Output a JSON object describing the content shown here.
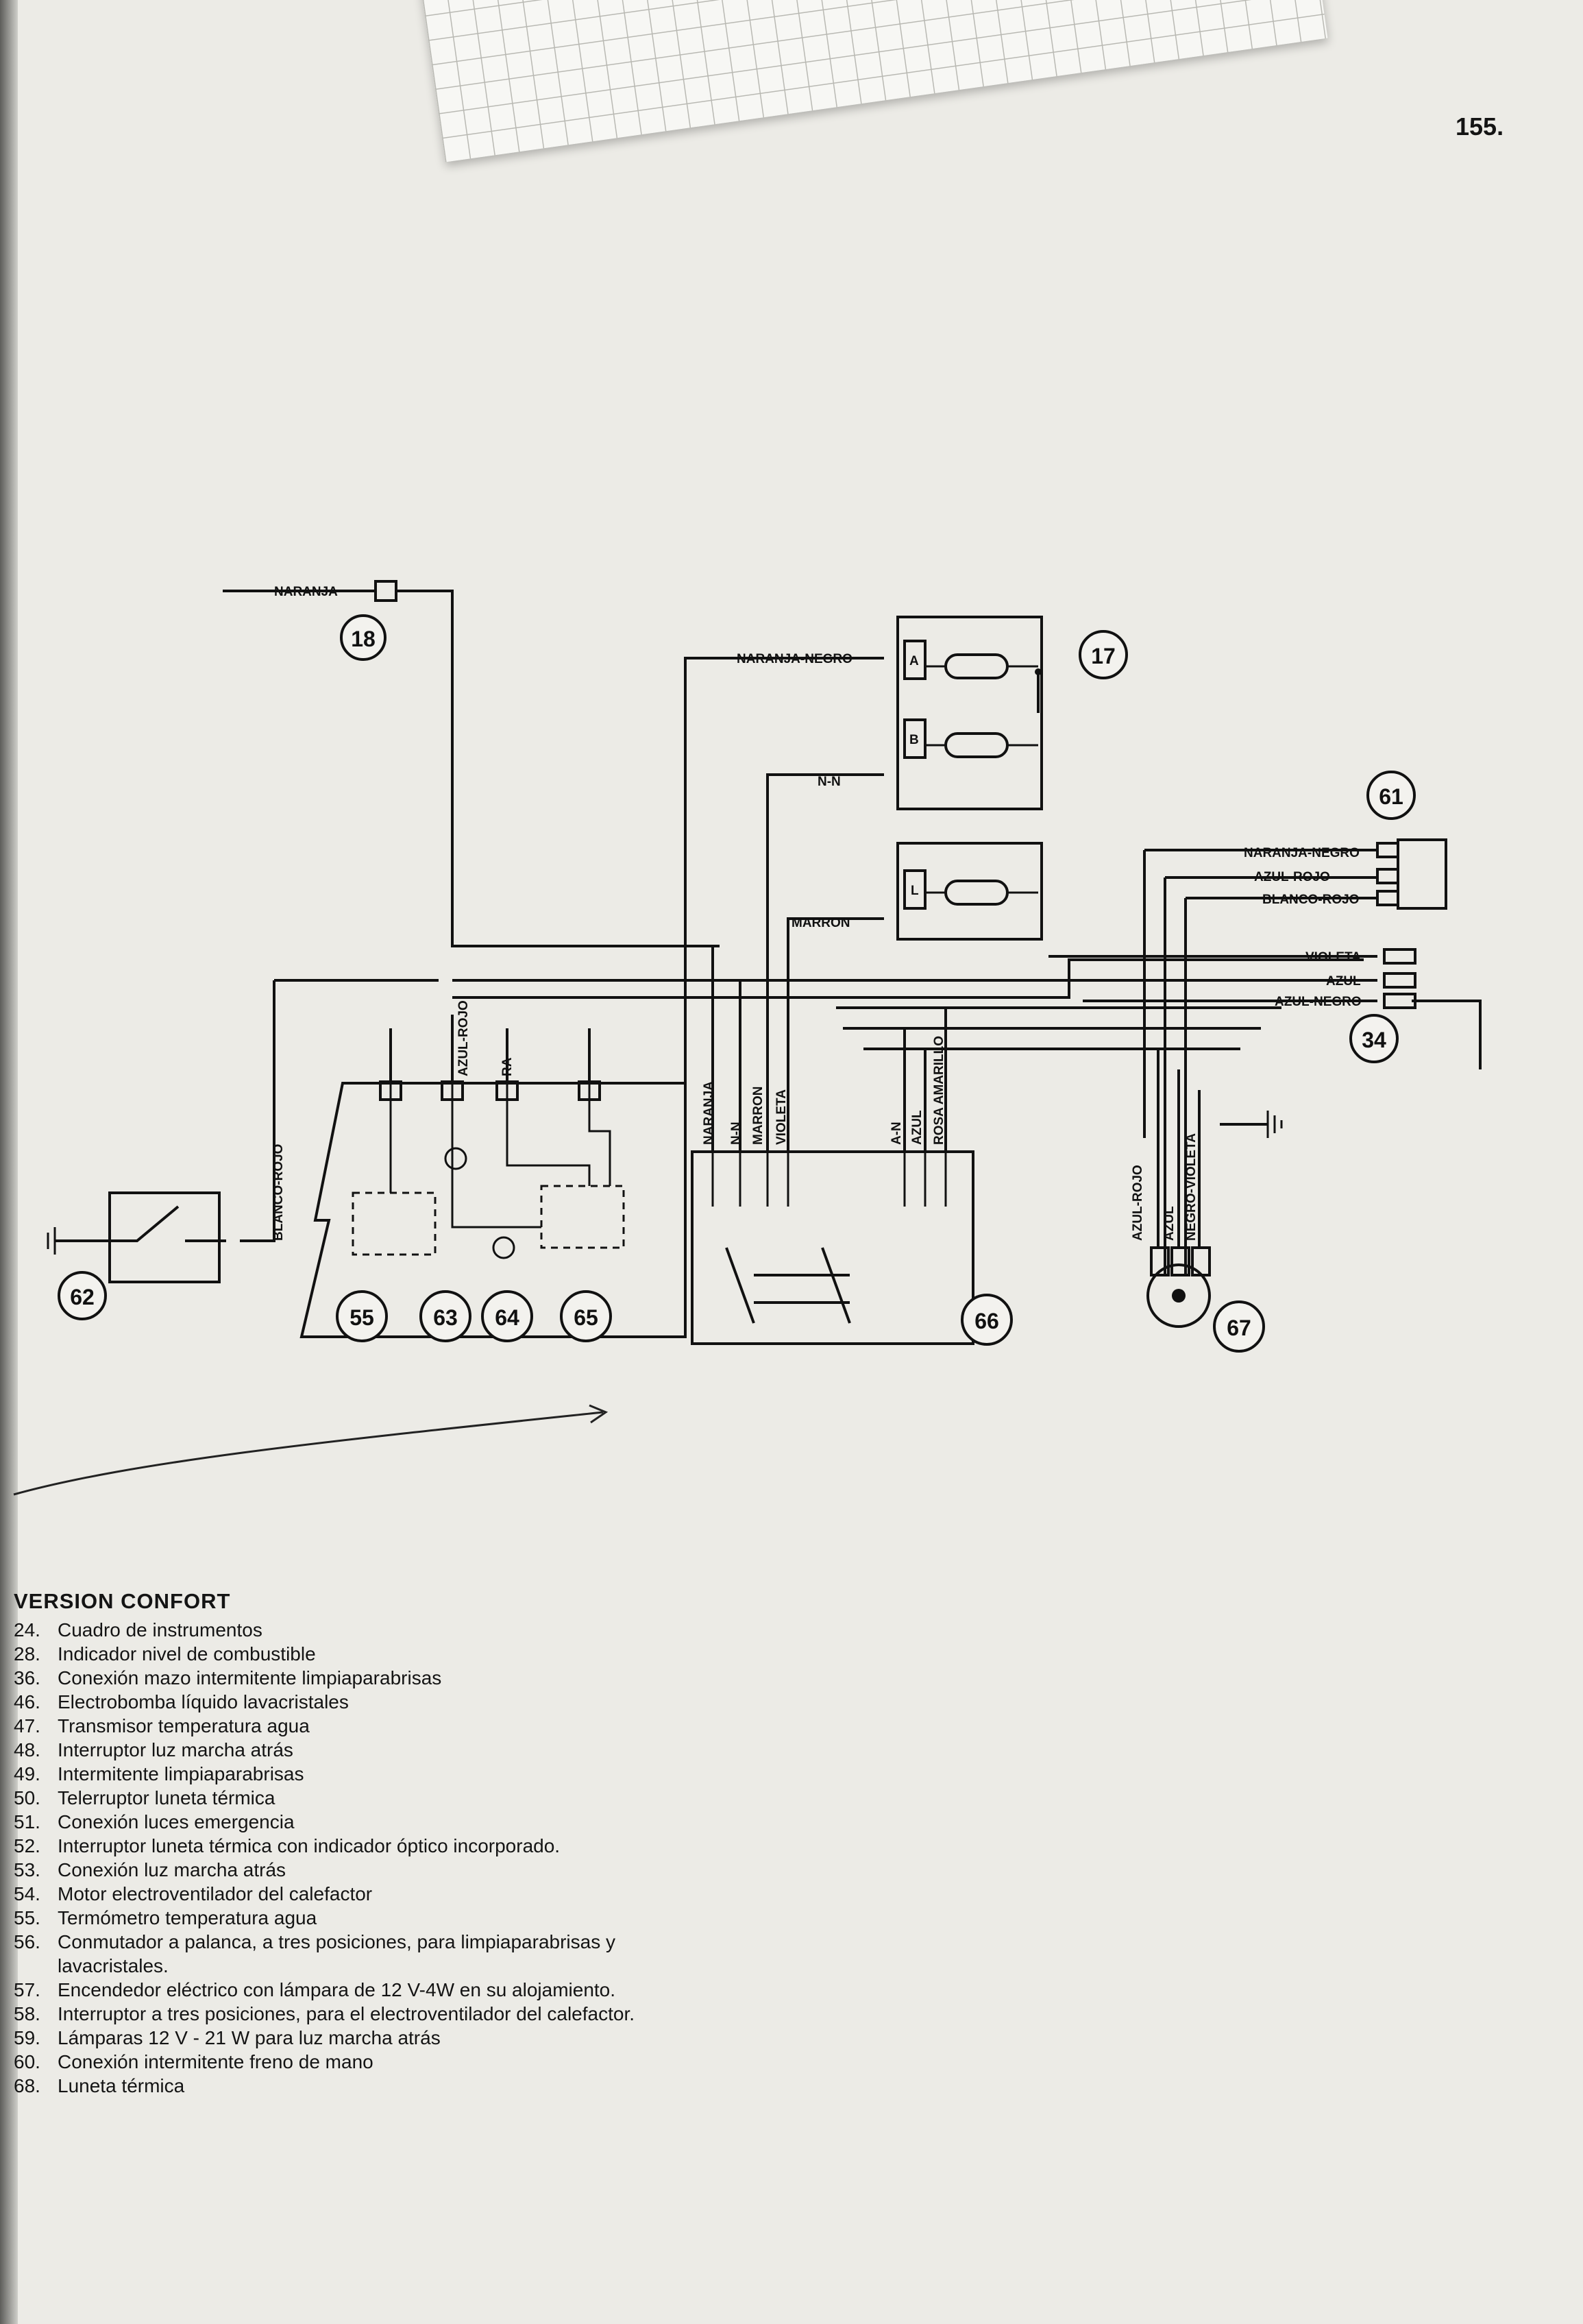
{
  "page_number": "155.",
  "wire_labels": {
    "naranja": "NARANJA",
    "naranja_negro": "NARANJA-NEGRO",
    "n_n": "N-N",
    "marron": "MARRON",
    "naranja_negro_61": "NARANJA-NEGRO",
    "azul_rojo_61": "AZUL-ROJO",
    "blanco_rojo_61": "BLANCO-ROJO",
    "violeta": "VIOLETA",
    "azul": "AZUL",
    "azul_negro": "AZUL-NEGRO",
    "blanco_rojo": "BLANCO-ROJO",
    "azul_rojo_top": "AZUL-ROJO",
    "ra": "RA",
    "naranja_v": "NARANJA",
    "n_n_v": "N-N",
    "marron_v": "MARRON",
    "violeta_v": "VIOLETA",
    "a_n": "A-N",
    "azul_v": "AZUL",
    "rosa_amarillo": "ROSA AMARILLO",
    "azul_rojo_67": "AZUL-ROJO",
    "azul_67": "AZUL",
    "negro_violeta": "NEGRO-VIOLETA"
  },
  "relay_pins": {
    "a": "A",
    "b": "B",
    "l": "L"
  },
  "component_numbers": {
    "c17": "17",
    "c18": "18",
    "c34": "34",
    "c55": "55",
    "c61": "61",
    "c62": "62",
    "c63": "63",
    "c64": "64",
    "c65": "65",
    "c66": "66",
    "c67": "67"
  },
  "legend": {
    "title": "VERSION CONFORT",
    "items": [
      {
        "num": "24.",
        "text": "Cuadro de instrumentos"
      },
      {
        "num": "28.",
        "text": "Indicador nivel de combustible"
      },
      {
        "num": "36.",
        "text": "Conexión mazo intermitente limpiaparabrisas"
      },
      {
        "num": "46.",
        "text": "Electrobomba líquido lavacristales"
      },
      {
        "num": "47.",
        "text": "Transmisor temperatura agua"
      },
      {
        "num": "48.",
        "text": "Interruptor luz marcha atrás"
      },
      {
        "num": "49.",
        "text": "Intermitente limpiaparabrisas"
      },
      {
        "num": "50.",
        "text": "Telerruptor luneta térmica"
      },
      {
        "num": "51.",
        "text": "Conexión luces emergencia"
      },
      {
        "num": "52.",
        "text": "Interruptor luneta térmica con indicador óptico incorporado."
      },
      {
        "num": "53.",
        "text": "Conexión luz marcha atrás"
      },
      {
        "num": "54.",
        "text": "Motor electroventilador del calefactor"
      },
      {
        "num": "55.",
        "text": "Termómetro temperatura agua"
      },
      {
        "num": "56.",
        "text": "Conmutador a palanca, a tres posiciones, para limpiaparabrisas y lavacristales."
      },
      {
        "num": "57.",
        "text": "Encendedor eléctrico con lámpara de 12 V-4W en su alojamiento."
      },
      {
        "num": "58.",
        "text": "Interruptor a tres posiciones, para el electroventilador del calefactor."
      },
      {
        "num": "59.",
        "text": "Lámparas 12 V - 21 W para luz marcha atrás"
      },
      {
        "num": "60.",
        "text": "Conexión intermitente freno de mano"
      },
      {
        "num": "68.",
        "text": "Luneta térmica"
      }
    ]
  }
}
